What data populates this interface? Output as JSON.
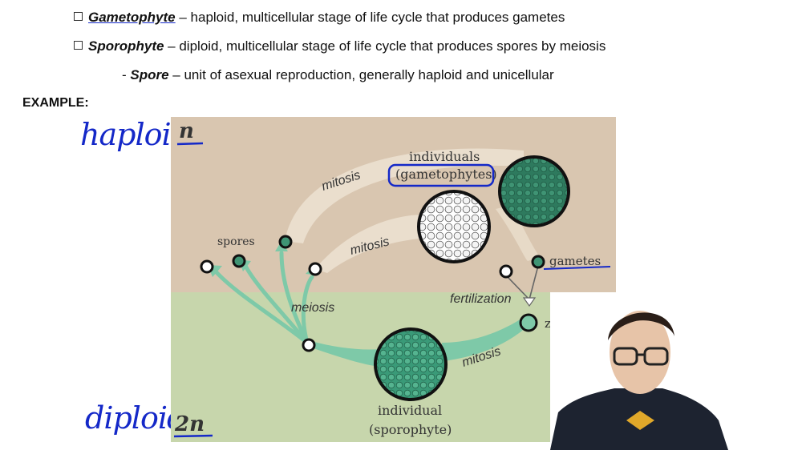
{
  "definitions": [
    {
      "term": "Gametophyte",
      "text": " – haploid, multicellular stage of life cycle that produces gametes"
    },
    {
      "term": "Sporophyte",
      "text": " – diploid, multicellular stage of life cycle that produces spores by meiosis"
    },
    {
      "prefix": "- ",
      "term": "Spore",
      "text": " – unit of asexual reproduction, generally haploid and unicellular"
    }
  ],
  "example_label": "EXAMPLE:",
  "handwriting": {
    "haploid": "haploid",
    "diploid": "diploid"
  },
  "diagram": {
    "ploidy_top": "n",
    "ploidy_bottom": "2n",
    "label_individuals": "individuals",
    "label_gametophytes": "(gametophytes)",
    "label_spores": "spores",
    "label_gametes": "gametes",
    "label_zygote": "zygote",
    "label_meiosis": "meiosis",
    "label_fertilization": "fertilization",
    "label_mitosis_top": "mitosis",
    "label_mitosis_middle": "mitosis",
    "label_mitosis_bottom": "mitosis",
    "label_individual": "individual",
    "label_sporophyte": "(sporophyte)",
    "colors": {
      "haploid_bg": "#d9c6b0",
      "diploid_bg": "#c7d6ac",
      "teal": "#7ec9a8",
      "dark_green": "#2e7a5e",
      "annotation": "#1428c8"
    }
  }
}
